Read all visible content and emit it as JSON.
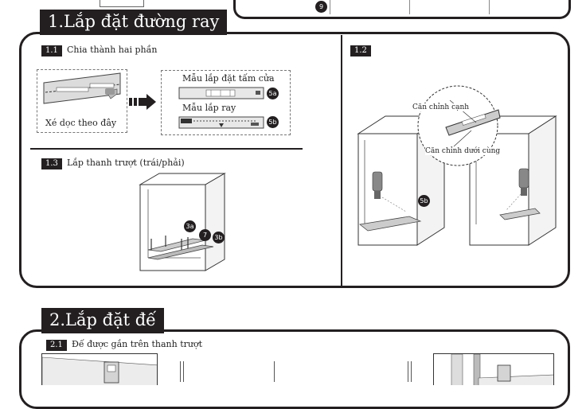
{
  "top_table": {
    "row_number": "9"
  },
  "section1": {
    "title": "1.Lắp đặt đường ray",
    "step_1_1": {
      "badge": "1.1",
      "caption": "Chia thành hai phần",
      "tear_label": "Xé dọc theo đây",
      "door_template_label": "Mẫu lắp đặt tấm cửa",
      "door_template_tag": "5a",
      "rail_template_label": "Mẫu lắp ray",
      "rail_template_tag": "5b"
    },
    "step_1_2": {
      "badge": "1.2",
      "align_side_label": "Căn chỉnh cạnh",
      "align_bottom_label": "Căn chỉnh dưới cùng",
      "template_tag": "5b"
    },
    "step_1_3": {
      "badge": "1.3",
      "caption": "Lắp thanh trượt (trái/phải)",
      "tag_a": "3a",
      "tag_screw": "7",
      "tag_b": "3b"
    }
  },
  "section2": {
    "title": "2.Lắp đặt đế",
    "step_2_1": {
      "badge": "2.1",
      "caption": "Đế được gắn trên thanh trượt"
    }
  },
  "colors": {
    "ink": "#231f20",
    "paper": "#ffffff",
    "line_gray": "#888888"
  }
}
